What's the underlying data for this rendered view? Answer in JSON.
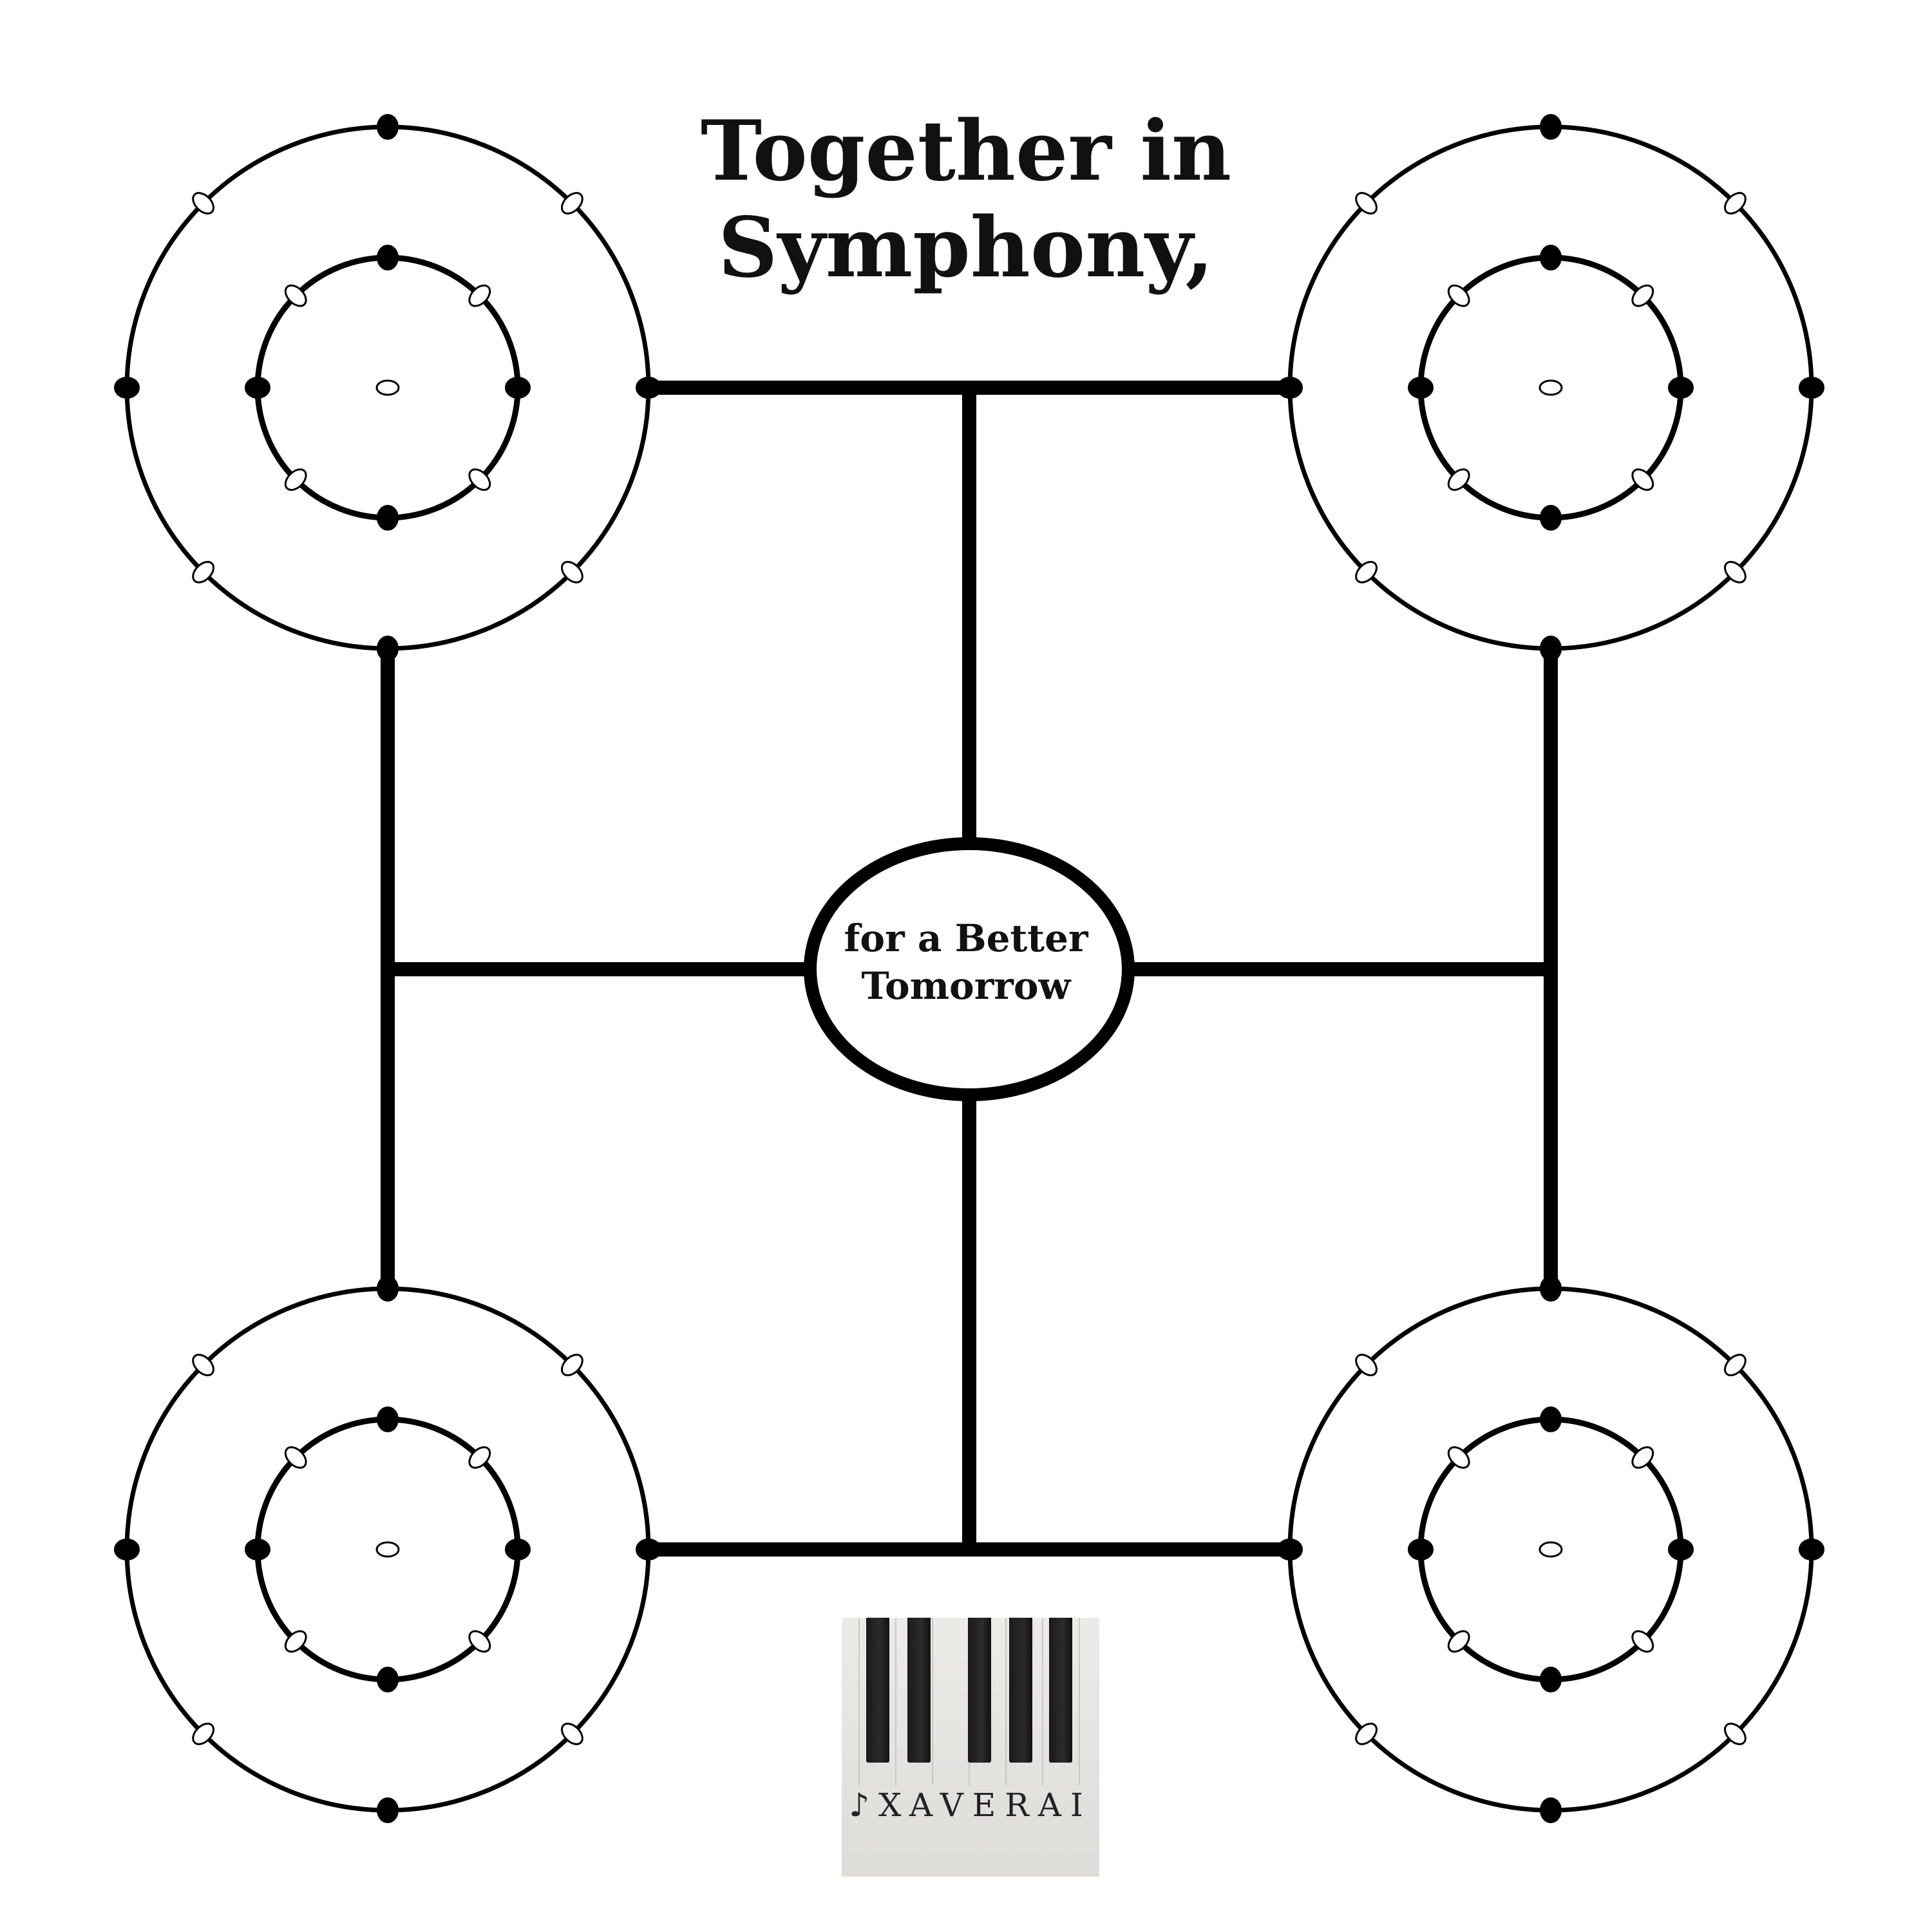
{
  "title": {
    "line1": "Together in",
    "line2": "Symphony,"
  },
  "center": {
    "line1": "for a Better",
    "line2": "Tomorrow"
  },
  "logo": {
    "brand": "♪XAVERAI"
  },
  "colors": {
    "ink": "#111111",
    "background": "#ffffff"
  }
}
